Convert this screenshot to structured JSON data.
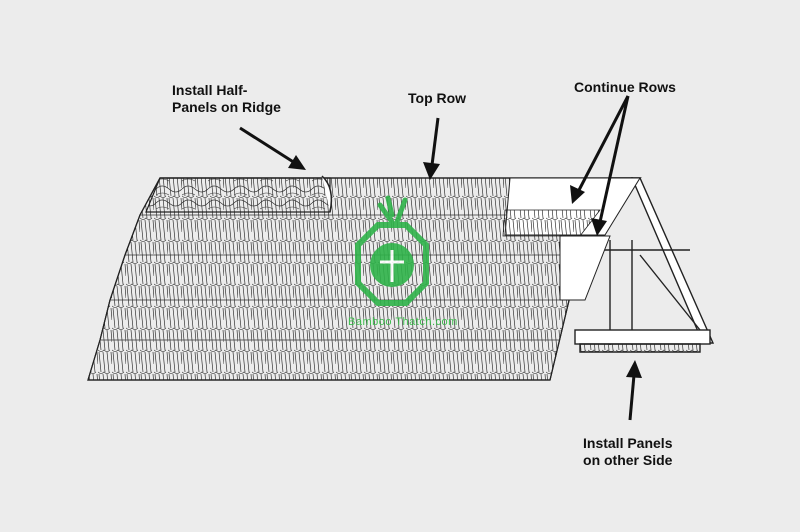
{
  "labels": {
    "ridge_line1": "Install Half-",
    "ridge_line2": "Panels on Ridge",
    "top_row": "Top Row",
    "continue_rows": "Continue Rows",
    "other_side_line1": "Install Panels",
    "other_side_line2": "on other Side"
  },
  "watermark": {
    "text": "Bamboo Thatch.com",
    "color": "#2fb34a",
    "icon": "bamboo-leaf-octagon-logo"
  },
  "colors": {
    "background": "#ececec",
    "line": "#222222",
    "thatch_fill": "#ffffff"
  }
}
